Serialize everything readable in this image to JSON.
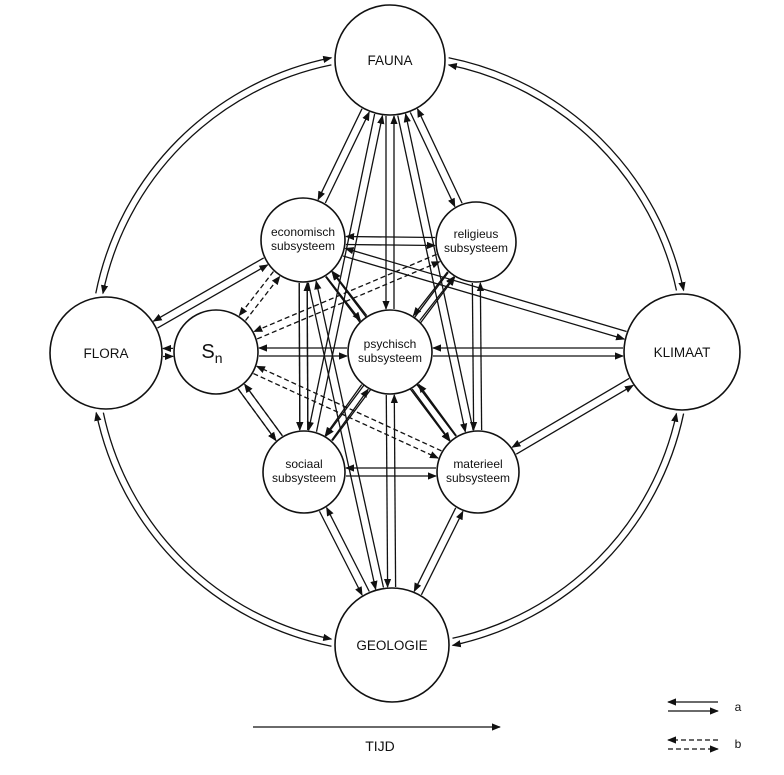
{
  "nodes": {
    "fauna": "FAUNA",
    "flora": "FLORA",
    "klimaat": "KLIMAAT",
    "geologie": "GEOLOGIE",
    "economisch": [
      "economisch",
      "subsysteem"
    ],
    "religieus": [
      "religieus",
      "subsysteem"
    ],
    "psychisch": [
      "psychisch",
      "subsysteem"
    ],
    "sociaal": [
      "sociaal",
      "subsysteem"
    ],
    "materieel": [
      "materieel",
      "subsysteem"
    ],
    "sn": {
      "main": "S",
      "sub": "n"
    }
  },
  "time_axis": {
    "label": "TIJD"
  },
  "legend": {
    "solid": "a",
    "dashed": "b"
  }
}
